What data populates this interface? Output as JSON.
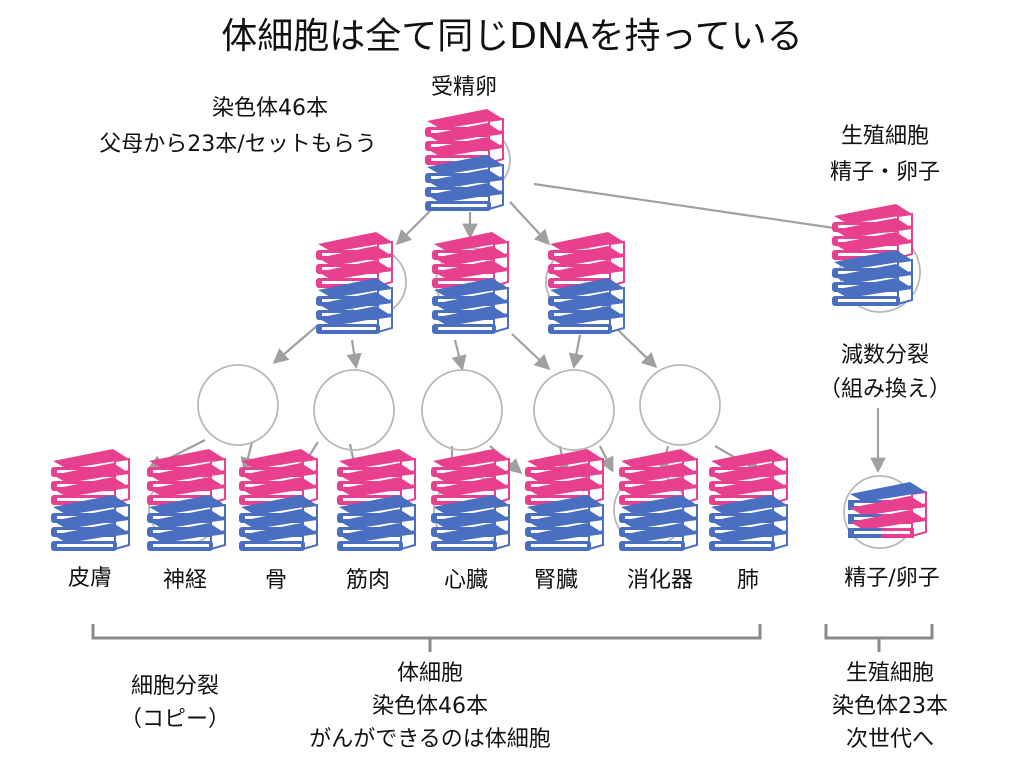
{
  "title": "体細胞は全て同じDNAを持っている",
  "zygote_label": "受精卵",
  "chromosome_note": {
    "line1": "染色体46本",
    "line2": "父母から23本/セットもらう"
  },
  "germ_cell": {
    "line1": "生殖細胞",
    "line2": "精子・卵子"
  },
  "meiosis": {
    "line1": "減数分裂",
    "line2": "（組み換え）"
  },
  "gamete_label": "精子/卵子",
  "tissues": [
    "皮膚",
    "神経",
    "骨",
    "筋肉",
    "心臓",
    "腎臓",
    "消化器",
    "肺"
  ],
  "somatic_note": {
    "line1": "体細胞",
    "line2": "染色体46本",
    "line3": "がんができるのは体細胞"
  },
  "cell_division": {
    "line1": "細胞分裂",
    "line2": "（コピー）"
  },
  "germ_note": {
    "line1": "生殖細胞",
    "line2": "染色体23本",
    "line3": "次世代へ"
  },
  "colors": {
    "maternal_pink": "#e8408f",
    "paternal_blue": "#4a6fc0",
    "arrow_gray": "#a0a0a0",
    "bracket_gray": "#8a8a8a"
  }
}
